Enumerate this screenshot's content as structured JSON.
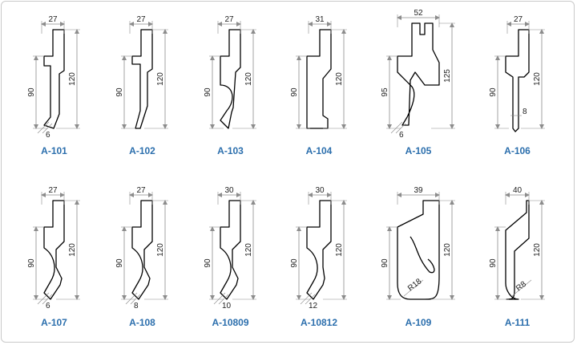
{
  "profiles": [
    {
      "code": "A-101",
      "width": "27",
      "height": "90",
      "total_height": "120",
      "tip": "6",
      "style": "straight"
    },
    {
      "code": "A-102",
      "width": "27",
      "height": "90",
      "total_height": "120",
      "tip": "",
      "style": "narrow"
    },
    {
      "code": "A-103",
      "width": "27",
      "height": "90",
      "total_height": "120",
      "tip": "",
      "style": "hook"
    },
    {
      "code": "A-104",
      "width": "31",
      "height": "90",
      "total_height": "120",
      "tip": "",
      "style": "block"
    },
    {
      "code": "A-105",
      "width": "52",
      "height": "95",
      "total_height": "125",
      "tip": "6",
      "style": "wide"
    },
    {
      "code": "A-106",
      "width": "27",
      "height": "90",
      "total_height": "120",
      "tip": "8",
      "style": "needle"
    },
    {
      "code": "A-107",
      "width": "27",
      "height": "90",
      "total_height": "120",
      "tip": "6",
      "style": "curve"
    },
    {
      "code": "A-108",
      "width": "27",
      "height": "90",
      "total_height": "120",
      "tip": "8",
      "style": "curve"
    },
    {
      "code": "A-10809",
      "width": "30",
      "height": "90",
      "total_height": "120",
      "tip": "10",
      "style": "curve"
    },
    {
      "code": "A-10812",
      "width": "30",
      "height": "90",
      "total_height": "120",
      "tip": "12",
      "style": "curve"
    },
    {
      "code": "A-109",
      "width": "39",
      "height": "90",
      "total_height": "120",
      "radius": "R18",
      "style": "round"
    },
    {
      "code": "A-111",
      "width": "40",
      "height": "90",
      "total_height": "120",
      "radius": "R8",
      "style": "round2"
    }
  ],
  "colors": {
    "outline": "#000000",
    "dimension": "#8c8c8c",
    "label": "#2c6fad",
    "frame": "#c9c9c9"
  }
}
